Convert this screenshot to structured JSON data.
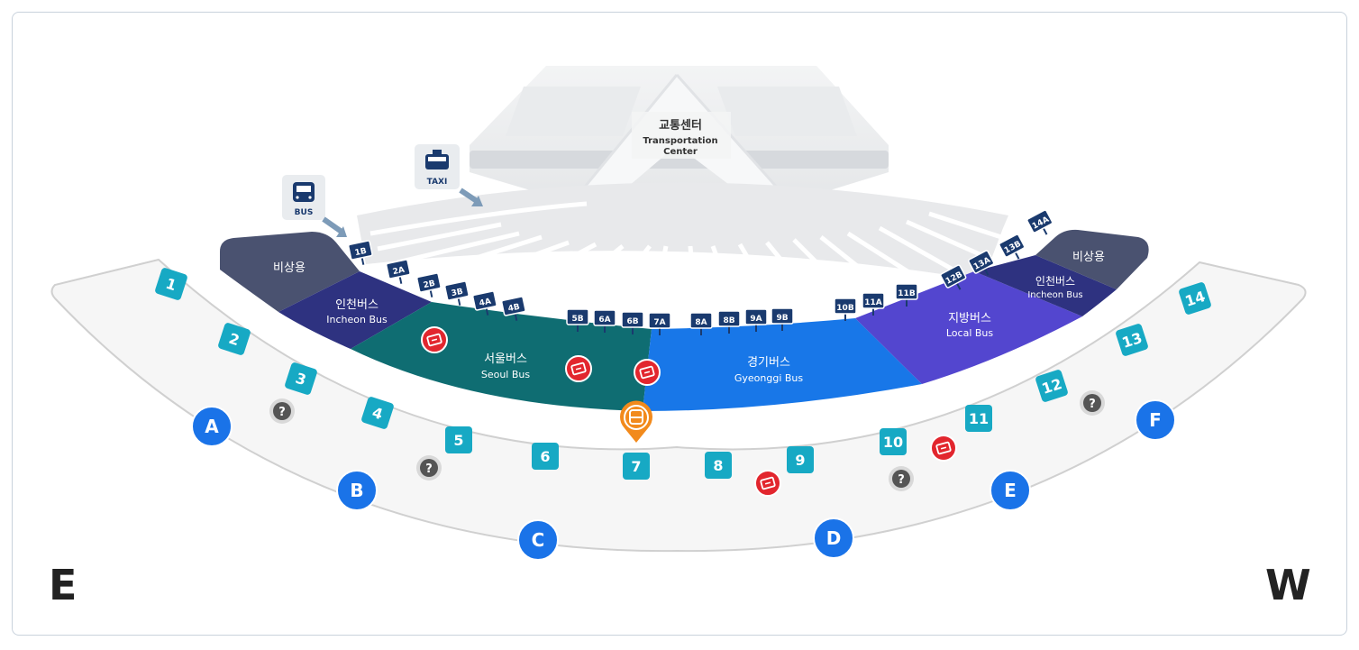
{
  "transportation_center": {
    "label_ko": "교통센터",
    "label_en_1": "Transportation",
    "label_en_2": "Center"
  },
  "signs": {
    "bus": "BUS",
    "taxi": "TAXI"
  },
  "zones": {
    "emergency_left": "비상용",
    "emergency_right": "비상용",
    "incheon_left": {
      "ko": "인천버스",
      "en": "Incheon Bus"
    },
    "seoul": {
      "ko": "서울버스",
      "en": "Seoul Bus"
    },
    "gyeonggi": {
      "ko": "경기버스",
      "en": "Gyeonggi Bus"
    },
    "local": {
      "ko": "지방버스",
      "en": "Local Bus"
    },
    "incheon_right": {
      "ko": "인천버스",
      "en": "Incheon Bus"
    }
  },
  "stops": [
    "1B",
    "2A",
    "2B",
    "3B",
    "4A",
    "4B",
    "5B",
    "6A",
    "6B",
    "7A",
    "8A",
    "8B",
    "9A",
    "9B",
    "10B",
    "11A",
    "11B",
    "12B",
    "13A",
    "13B",
    "14A"
  ],
  "gates": [
    "1",
    "2",
    "3",
    "4",
    "5",
    "6",
    "7",
    "8",
    "9",
    "10",
    "11",
    "12",
    "13",
    "14"
  ],
  "doors": [
    "A",
    "B",
    "C",
    "D",
    "E",
    "F"
  ],
  "compass": {
    "left": "E",
    "right": "W"
  },
  "colors": {
    "emergency": "#4a5270",
    "incheon": "#2e3280",
    "seoul": "#0f6d72",
    "gyeonggi": "#1877e8",
    "local": "#5346cf",
    "stop_sign": "#1a3a6e",
    "gate": "#17a9c4",
    "door": "#1a73e8",
    "ticket": "#e2262e",
    "info": "#555555",
    "bus_marker": "#f28a1c"
  }
}
